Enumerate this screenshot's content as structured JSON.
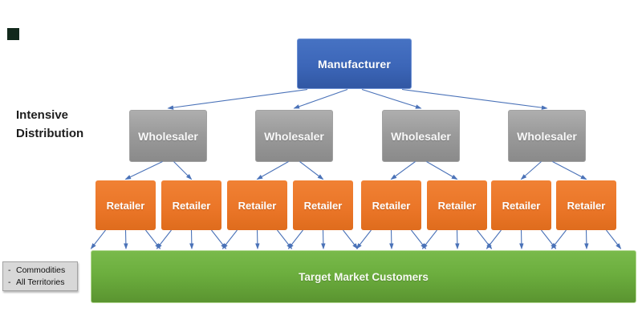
{
  "side_label": {
    "line1": "Intensive",
    "line2": "Distribution"
  },
  "manufacturer": {
    "label": "Manufacturer"
  },
  "wholesalers": [
    {
      "label": "Wholesaler"
    },
    {
      "label": "Wholesaler"
    },
    {
      "label": "Wholesaler"
    },
    {
      "label": "Wholesaler"
    }
  ],
  "retailers": [
    {
      "label": "Retailer"
    },
    {
      "label": "Retailer"
    },
    {
      "label": "Retailer"
    },
    {
      "label": "Retailer"
    },
    {
      "label": "Retailer"
    },
    {
      "label": "Retailer"
    },
    {
      "label": "Retailer"
    },
    {
      "label": "Retailer"
    }
  ],
  "target_market": {
    "label": "Target Market Customers"
  },
  "notes_box": {
    "items": [
      {
        "bullet": "-",
        "text": "Commodities"
      },
      {
        "bullet": "-",
        "text": "All Territories"
      }
    ]
  },
  "colors": {
    "manufacturer_blue": "#3d68bb",
    "wholesaler_gray": "#9b9b9b",
    "retailer_orange": "#ec7b2d",
    "market_green": "#6bae3e",
    "arrow_blue": "#4a72b8",
    "notes_bg": "#d8d8d8",
    "marker_dark": "#12291c"
  }
}
